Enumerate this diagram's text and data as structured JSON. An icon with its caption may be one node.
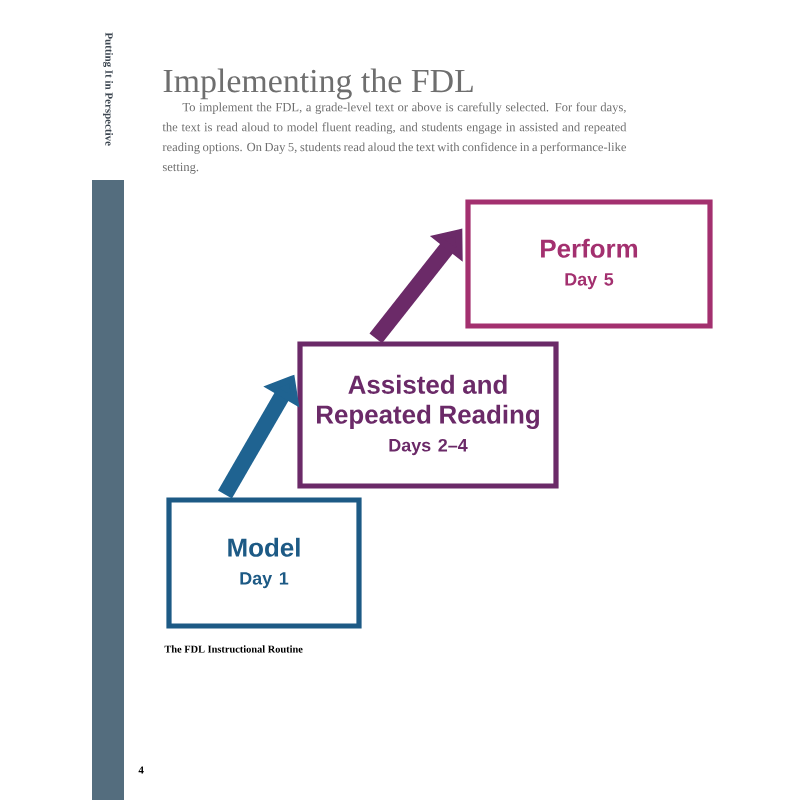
{
  "diagram": {
    "title": "Implementing the FDL",
    "caption": "The FDL Instructional Routine",
    "nodes": [
      {
        "text": [
          "Model",
          "Day 1"
        ]
      },
      {
        "text": [
          "Assisted and Repeated Reading",
          "Days 2–4"
        ]
      },
      {
        "text": [
          "Perform",
          "Day 5"
        ]
      }
    ],
    "edges": [
      {
        "from": 0,
        "to": 1,
        "arrow": "to",
        "color": "#1f6391"
      },
      {
        "from": 1,
        "to": 2,
        "arrow": "to",
        "color": "#6b2a68"
      }
    ],
    "labels": [
      "Putting It in Perspective",
      "To implement the FDL, a grade-level text or above is carefully selected. For four days, the text is read aloud to model fluent reading, and students engage in assisted and repeated reading options. On Day 5, students read aloud the text with confidence in a performance-like setting.",
      "4"
    ]
  }
}
